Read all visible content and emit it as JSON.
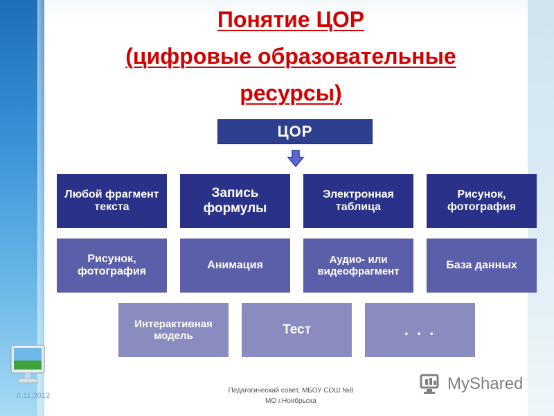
{
  "title": {
    "line1": "Понятие ЦОР",
    "line2": "(цифровые образовательные",
    "line3": "ресурсы)"
  },
  "diagram": {
    "root": "ЦОР",
    "row1": [
      "Любой фрагмент текста",
      "Запись формулы",
      "Электронная таблица",
      "Рисунок, фотография"
    ],
    "row2": [
      "Рисунок, фотография",
      "Анимация",
      "Аудио- или видеофрагмент",
      "База данных"
    ],
    "row3": [
      "Интерактивная модель",
      "Тест",
      ". . ."
    ]
  },
  "footer": {
    "date": "0.11.2012",
    "line1": "Педагогический совет, МБОУ СОШ №8",
    "line2": "МО г.Ноябрьска"
  },
  "watermark": {
    "text": "MyShared"
  },
  "colors": {
    "title": "#d40000",
    "dark_box": "#2a3189",
    "medium_box": "#5b5ea8",
    "light_box": "#8a8cc0",
    "arrow": "#5b6ad0"
  }
}
